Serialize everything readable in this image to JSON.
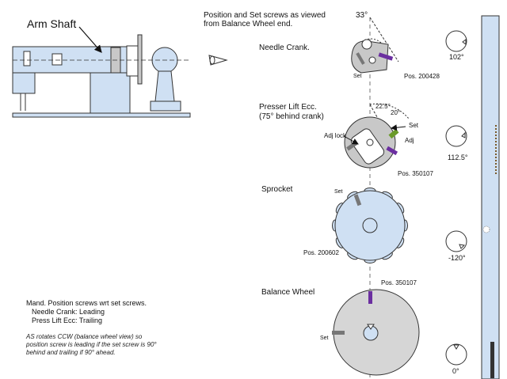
{
  "arm_shaft_label": "Arm Shaft",
  "header": {
    "line1": "Position and Set screws as viewed",
    "line2": "from Balance Wheel end.",
    "angle": "33°"
  },
  "needle_crank": {
    "title": "Needle Crank.",
    "set": "Set",
    "pos": "Pos. 200428",
    "dial": "102°"
  },
  "presser_lift": {
    "title_line1": "Presser Lift Ecc.",
    "title_line2": "(75° behind crank)",
    "angle_a": "22.5°",
    "angle_b": "20°",
    "set": "Set",
    "adj_lock": "Adj lock",
    "adj": "Adj",
    "pos": "Pos. 350107",
    "dial": "112.5°"
  },
  "sprocket": {
    "title": "Sprocket",
    "set": "Set",
    "pos": "Pos. 200602",
    "dial": "-120°"
  },
  "balance_wheel": {
    "title": "Balance Wheel",
    "pos": "Pos. 350107",
    "set": "Set",
    "dial": "0°"
  },
  "notes": {
    "line1": "Mand. Position screws wrt set screws.",
    "line2": "Needle Crank: Leading",
    "line3": "Press Lift Ecc: Trailing",
    "italic_note": "AS rotates CCW (balance wheel view) so position screw is leading if the set screw is 90° behind and trailing if 90° ahead."
  },
  "colors": {
    "machine_fill": "#cfe0f3",
    "part_fill": "#c8c8c8",
    "set_screw": "#6b2fa0",
    "adj_screw": "#6a9a2a",
    "outline": "#333333"
  }
}
